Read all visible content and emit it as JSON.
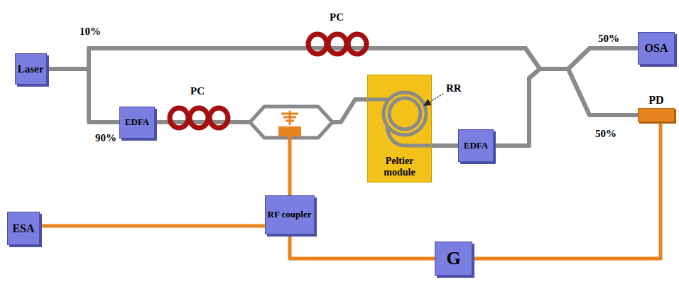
{
  "diagram": {
    "nodes": [
      {
        "text": [
          "Laser"
        ]
      },
      {
        "text": [
          "EDFA"
        ]
      },
      {
        "text": [
          "Peltier module"
        ]
      },
      {
        "text": [
          "EDFA"
        ]
      },
      {
        "text": [
          "OSA"
        ]
      },
      {
        "text": [
          "PD"
        ]
      },
      {
        "text": [
          "ESA"
        ]
      },
      {
        "text": [
          "RF coupler"
        ]
      },
      {
        "text": [
          "G"
        ]
      }
    ],
    "edges": [
      {
        "from": 0,
        "to": 1,
        "arrow": "none"
      },
      {
        "from": 0,
        "to": 4,
        "arrow": "none"
      },
      {
        "from": 0,
        "to": 5,
        "arrow": "none"
      },
      {
        "from": 1,
        "to": 2,
        "arrow": "none"
      },
      {
        "from": 2,
        "to": 3,
        "arrow": "none"
      },
      {
        "from": 3,
        "to": 4,
        "arrow": "none"
      },
      {
        "from": 3,
        "to": 5,
        "arrow": "none"
      },
      {
        "from": 5,
        "to": 8,
        "arrow": "none"
      },
      {
        "from": 8,
        "to": 7,
        "arrow": "none"
      },
      {
        "from": 7,
        "to": 6,
        "arrow": "none"
      }
    ],
    "labels": [
      "PC",
      "10%",
      "PC",
      "90%",
      "RR",
      "50%",
      "50%"
    ]
  }
}
